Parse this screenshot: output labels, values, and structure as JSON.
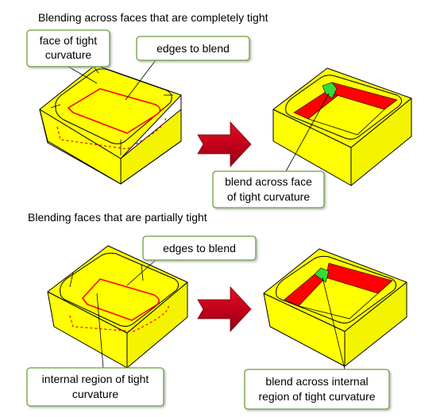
{
  "figure": {
    "top_section": {
      "heading": "Blending across faces that are completely tight",
      "callouts": {
        "face_of_tight_curvature": [
          "face of tight",
          "curvature"
        ],
        "edges_to_blend": [
          "edges to blend"
        ],
        "blend_across_face": [
          "blend across face",
          "of tight curvature"
        ]
      }
    },
    "bottom_section": {
      "heading": "Blending faces that are partially tight",
      "callouts": {
        "edges_to_blend": [
          "edges to blend"
        ],
        "internal_region": [
          "internal region of tight",
          "curvature"
        ],
        "blend_across_internal": [
          "blend across internal",
          "region of tight curvature"
        ]
      }
    }
  },
  "colors": {
    "box_fill": "#ffff00",
    "box_side_shadow": "#f2f200",
    "blend_red": "#ff0000",
    "blend_green": "#33dd33",
    "arrow_red": "#c0001a",
    "callout_border": "#6a9f3a",
    "outline": "#000000"
  }
}
